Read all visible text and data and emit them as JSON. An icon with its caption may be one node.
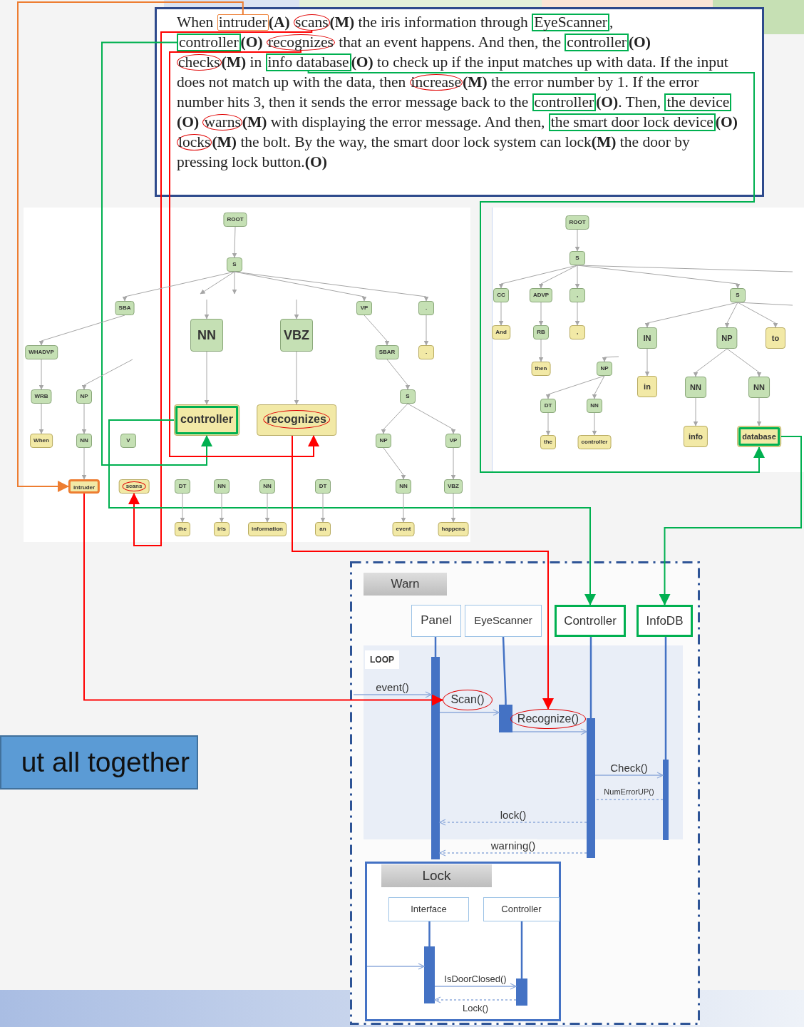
{
  "diagram": {
    "nodes": [
      {
        "text": [
          "When",
          "**(A)**",
          "**(M)** the iris information through",
          ",",
          "**(O)**",
          "that an event happens. And then, the",
          "**(O)**",
          "**(M)** in",
          "**(O)** to check up if the input matches up with data. If the input does not match up with the data, then",
          "**(M)** the error number by 1. If the error number hits 3, then it sends the error message back to the",
          "**(O)**. Then,",
          "**(O)**",
          "**(M)** with displaying the error message. And then,",
          "**(O)**",
          "**(M)** the bolt. By the way, the smart door lock system can lock**(M)** the door by pressing lock button.**(O)**"
        ]
      },
      {
        "text": [
          "intruder"
        ],
        "in": 0
      },
      {
        "text": [
          "scans"
        ],
        "in": 0
      },
      {
        "text": [
          "EyeScanner"
        ],
        "in": 0
      },
      {
        "text": [
          "controller"
        ],
        "in": 0
      },
      {
        "text": [
          "recognizes"
        ],
        "in": 0
      },
      {
        "text": [
          "controller"
        ],
        "in": 0
      },
      {
        "text": [
          "checks"
        ],
        "in": 0
      },
      {
        "text": [
          "info database"
        ],
        "in": 0
      },
      {
        "text": [
          "increase"
        ],
        "in": 0
      },
      {
        "text": [
          "controller"
        ],
        "in": 0
      },
      {
        "text": [
          "the device"
        ],
        "in": 0
      },
      {
        "text": [
          "warns"
        ],
        "in": 0
      },
      {
        "text": [
          "the smart door lock device"
        ],
        "in": 0
      },
      {
        "text": [
          "locks"
        ],
        "in": 0
      },
      {
        "text": [
          "ROOT"
        ]
      },
      {
        "text": [
          "S"
        ]
      },
      {
        "text": [
          "SBA"
        ]
      },
      {
        "text": [
          "NN"
        ]
      },
      {
        "text": [
          "VBZ"
        ]
      },
      {
        "text": [
          "VP"
        ]
      },
      {
        "text": [
          "."
        ]
      },
      {
        "text": [
          "WHADVP"
        ]
      },
      {
        "text": [
          "SBAR"
        ]
      },
      {
        "text": [
          "."
        ]
      },
      {
        "text": [
          "WRB"
        ]
      },
      {
        "text": [
          "NP"
        ]
      },
      {
        "text": [
          "S"
        ]
      },
      {
        "text": [
          "controller"
        ]
      },
      {
        "text": [
          "recognizes"
        ]
      },
      {
        "text": [
          "When"
        ]
      },
      {
        "text": [
          "NN"
        ]
      },
      {
        "text": [
          "V"
        ]
      },
      {
        "text": [
          "NP"
        ]
      },
      {
        "text": [
          "VP"
        ]
      },
      {
        "text": [
          "intruder"
        ]
      },
      {
        "text": [
          "scans"
        ]
      },
      {
        "text": [
          "DT"
        ]
      },
      {
        "text": [
          "NN"
        ]
      },
      {
        "text": [
          "NN"
        ]
      },
      {
        "text": [
          "DT"
        ]
      },
      {
        "text": [
          "NN"
        ]
      },
      {
        "text": [
          "VBZ"
        ]
      },
      {
        "text": [
          "the"
        ]
      },
      {
        "text": [
          "iris"
        ]
      },
      {
        "text": [
          "information"
        ]
      },
      {
        "text": [
          "an"
        ]
      },
      {
        "text": [
          "event"
        ]
      },
      {
        "text": [
          "happens"
        ]
      },
      {
        "text": [
          "ROOT"
        ]
      },
      {
        "text": [
          "S"
        ]
      },
      {
        "text": [
          "CC"
        ]
      },
      {
        "text": [
          "ADVP"
        ]
      },
      {
        "text": [
          ","
        ]
      },
      {
        "text": [
          "S"
        ]
      },
      {
        "text": [
          "And"
        ]
      },
      {
        "text": [
          "RB"
        ]
      },
      {
        "text": [
          ","
        ]
      },
      {
        "text": [
          "IN"
        ]
      },
      {
        "text": [
          "NP"
        ]
      },
      {
        "text": [
          "to"
        ]
      },
      {
        "text": [
          "then"
        ]
      },
      {
        "text": [
          "NP"
        ]
      },
      {
        "text": [
          "in"
        ]
      },
      {
        "text": [
          "NN"
        ]
      },
      {
        "text": [
          "NN"
        ]
      },
      {
        "text": [
          "DT"
        ]
      },
      {
        "text": [
          "NN"
        ]
      },
      {
        "text": [
          "info"
        ]
      },
      {
        "text": [
          "database"
        ]
      },
      {
        "text": [
          "the"
        ]
      },
      {
        "text": [
          "controller"
        ]
      },
      {
        "text": [
          "Warn"
        ]
      },
      {
        "text": [
          "Panel"
        ],
        "in": 72
      },
      {
        "text": [
          "EyeScanner"
        ],
        "in": 72
      },
      {
        "text": [
          "Controller"
        ],
        "in": 72
      },
      {
        "text": [
          "InfoDB"
        ],
        "in": 72
      },
      {
        "text": [
          "LOOP"
        ],
        "in": 72
      },
      {
        "text": [],
        "shape": "bar",
        "in": 72
      },
      {
        "text": [],
        "shape": "bar",
        "in": 77
      },
      {
        "text": [],
        "shape": "bar",
        "in": 72
      },
      {
        "text": [],
        "shape": "bar",
        "in": 77
      },
      {
        "text": [
          "Scan()"
        ],
        "in": 77
      },
      {
        "text": [
          "Recognize()"
        ],
        "in": 77
      },
      {
        "text": [
          "Lock"
        ],
        "in": 72
      },
      {
        "text": [
          "Interface"
        ],
        "in": 84
      },
      {
        "text": [
          "Controller"
        ],
        "in": 84
      },
      {
        "text": [],
        "shape": "bar",
        "in": 84
      },
      {
        "text": [],
        "shape": "bar",
        "in": 84
      }
    ],
    "edges": [
      {
        "from": 1,
        "to": 35,
        "arrow": "to",
        "color": "#ed7d31"
      },
      {
        "from": 2,
        "to": 36,
        "arrow": "to",
        "color": "#ff0000"
      },
      {
        "from": 4,
        "to": 28,
        "arrow": "to",
        "color": "#00b050"
      },
      {
        "from": 5,
        "to": 29,
        "arrow": "to",
        "color": "#ff0000"
      },
      {
        "from": 8,
        "to": 69,
        "arrow": "to",
        "color": "#00b050"
      },
      {
        "from": 28,
        "to": 75,
        "arrow": "to",
        "color": "#00b050"
      },
      {
        "from": 69,
        "to": 76,
        "arrow": "to",
        "color": "#00b050"
      },
      {
        "from": 35,
        "to": 82,
        "arrow": "to",
        "color": "#ff0000"
      },
      {
        "from": 29,
        "to": 83,
        "arrow": "to",
        "color": "#ff0000"
      },
      {
        "from": 15,
        "to": 16,
        "arrow": "to"
      },
      {
        "from": 16,
        "to": 17,
        "arrow": "to"
      },
      {
        "from": 16,
        "to": 20,
        "arrow": "to"
      },
      {
        "from": 16,
        "to": 21,
        "arrow": "to"
      },
      {
        "from": 16,
        "to": null,
        "arrow": "to"
      },
      {
        "from": 16,
        "to": null,
        "arrow": "to"
      },
      {
        "from": null,
        "to": 18,
        "arrow": "to"
      },
      {
        "from": null,
        "to": 19,
        "arrow": "to"
      },
      {
        "from": 18,
        "to": 28,
        "arrow": "to"
      },
      {
        "from": 19,
        "to": 29,
        "arrow": "to"
      },
      {
        "from": 17,
        "to": 22,
        "arrow": "to"
      },
      {
        "from": 22,
        "to": 25,
        "arrow": "to"
      },
      {
        "from": 25,
        "to": 30,
        "arrow": "to"
      },
      {
        "from": null,
        "to": 26,
        "arrow": "to"
      },
      {
        "from": 26,
        "to": 31,
        "arrow": "to"
      },
      {
        "from": 31,
        "to": 35,
        "arrow": "to"
      },
      {
        "from": 20,
        "to": 23,
        "arrow": "to"
      },
      {
        "from": 21,
        "to": 24,
        "arrow": "to"
      },
      {
        "from": 23,
        "to": 27,
        "arrow": "to"
      },
      {
        "from": 27,
        "to": 33,
        "arrow": "to"
      },
      {
        "from": 27,
        "to": 34,
        "arrow": "to"
      },
      {
        "from": 33,
        "to": 41,
        "arrow": "to"
      },
      {
        "from": 34,
        "to": 42,
        "arrow": "to"
      },
      {
        "from": 41,
        "to": 47,
        "arrow": "to"
      },
      {
        "from": 42,
        "to": 48,
        "arrow": "to"
      },
      {
        "from": 37,
        "to": 43,
        "arrow": "to"
      },
      {
        "from": 38,
        "to": 44,
        "arrow": "to"
      },
      {
        "from": 39,
        "to": 45,
        "arrow": "to"
      },
      {
        "from": 40,
        "to": 46,
        "arrow": "to"
      },
      {
        "from": 49,
        "to": 50,
        "arrow": "to"
      },
      {
        "from": 50,
        "to": 51,
        "arrow": "to"
      },
      {
        "from": 50,
        "to": 52,
        "arrow": "to"
      },
      {
        "from": 50,
        "to": 53,
        "arrow": "to"
      },
      {
        "from": 50,
        "to": 54,
        "arrow": "to"
      },
      {
        "from": 50,
        "to": null,
        "arrow": "none"
      },
      {
        "from": 51,
        "to": 55,
        "arrow": "to"
      },
      {
        "from": 52,
        "to": 56,
        "arrow": "to"
      },
      {
        "from": 56,
        "to": 61,
        "arrow": "to"
      },
      {
        "from": 53,
        "to": 57,
        "arrow": "to"
      },
      {
        "from": 54,
        "to": null,
        "arrow": "none"
      },
      {
        "from": 54,
        "to": 58,
        "arrow": "to"
      },
      {
        "from": 54,
        "to": 59,
        "arrow": "to"
      },
      {
        "from": 54,
        "to": 60,
        "arrow": "to"
      },
      {
        "from": null,
        "to": 62,
        "arrow": "to"
      },
      {
        "from": 58,
        "to": 63,
        "arrow": "to"
      },
      {
        "from": 59,
        "to": 64,
        "arrow": "to"
      },
      {
        "from": 59,
        "to": 65,
        "arrow": "to"
      },
      {
        "from": 64,
        "to": 68,
        "arrow": "to"
      },
      {
        "from": 65,
        "to": 69,
        "arrow": "to"
      },
      {
        "from": 62,
        "to": 66,
        "arrow": "to"
      },
      {
        "from": 62,
        "to": 67,
        "arrow": "to"
      },
      {
        "from": 66,
        "to": 70,
        "arrow": "to"
      },
      {
        "from": 67,
        "to": 71,
        "arrow": "to"
      },
      {
        "from": 73,
        "to": 78,
        "arrow": "none",
        "color": "#4472c4"
      },
      {
        "from": 74,
        "to": 79,
        "arrow": "none",
        "color": "#4472c4"
      },
      {
        "from": 75,
        "to": 80,
        "arrow": "none",
        "color": "#4472c4"
      },
      {
        "from": 76,
        "to": 81,
        "arrow": "none",
        "color": "#4472c4"
      },
      {
        "from": 85,
        "to": 87,
        "arrow": "none",
        "color": "#4472c4"
      },
      {
        "from": 86,
        "to": 88,
        "arrow": "none",
        "color": "#4472c4"
      },
      {
        "from": null,
        "to": 78,
        "arrow": "to",
        "label": "event()",
        "color": "#8eaadb"
      },
      {
        "from": 78,
        "to": 79,
        "arrow": "to",
        "color": "#8eaadb"
      },
      {
        "from": 79,
        "to": 80,
        "arrow": "to",
        "color": "#8eaadb"
      },
      {
        "from": 80,
        "to": 81,
        "arrow": "to",
        "label": "Check()",
        "color": "#8eaadb"
      },
      {
        "from": 81,
        "to": 80,
        "arrow": "none",
        "label": "NumErrorUP()",
        "style": "dashed",
        "color": "#8eaadb"
      },
      {
        "from": 80,
        "to": 78,
        "arrow": "to",
        "label": "lock()",
        "style": "dashed",
        "color": "#8eaadb"
      },
      {
        "from": 80,
        "to": 78,
        "arrow": "to",
        "label": "warning()",
        "style": "dashed",
        "color": "#8eaadb"
      },
      {
        "from": null,
        "to": 87,
        "arrow": "to",
        "color": "#8eaadb"
      },
      {
        "from": 87,
        "to": 88,
        "arrow": "to",
        "label": "IsDoorClosed()",
        "color": "#8eaadb"
      },
      {
        "from": 88,
        "to": 87,
        "arrow": "to",
        "label": "Lock()",
        "style": "dashed",
        "color": "#8eaadb"
      }
    ],
    "labels": [
      "ut all together"
    ]
  }
}
